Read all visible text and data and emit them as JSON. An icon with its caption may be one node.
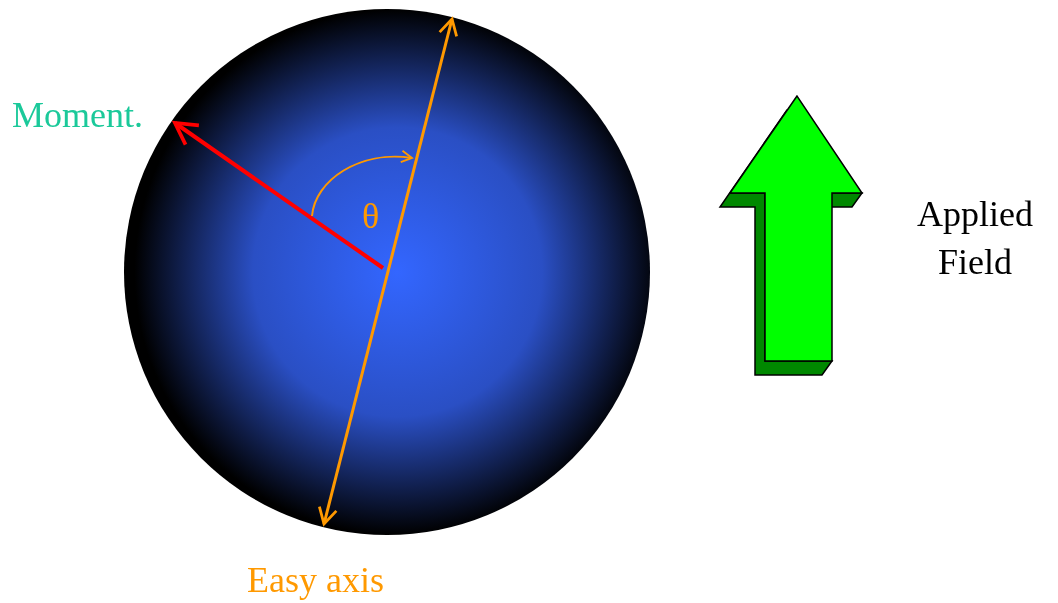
{
  "diagram": {
    "labels": [
      "Moment.",
      "θ",
      "Applied Field",
      "Easy axis"
    ]
  }
}
